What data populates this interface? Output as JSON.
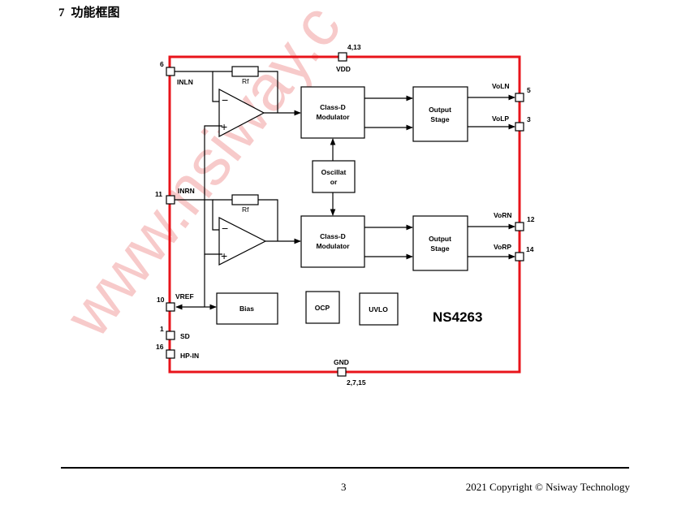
{
  "heading": {
    "number": "7",
    "title": "功能框图"
  },
  "watermark": "www.nsiway.c",
  "colors": {
    "border": "#e8141b",
    "line": "#000000",
    "watermark": "#f2a0a0"
  },
  "chip_name": "NS4263",
  "blocks": {
    "class_d_top": [
      "Class-D",
      "Modulator"
    ],
    "class_d_bottom": [
      "Class-D",
      "Modulator"
    ],
    "output_top": [
      "Output",
      "Stage"
    ],
    "output_bottom": [
      "Output",
      "Stage"
    ],
    "oscillator": [
      "Oscillat",
      "or"
    ],
    "bias": "Bias",
    "ocp": "OCP",
    "uvlo": "UVLO",
    "rf_top": "Rf",
    "rf_bottom": "Rf"
  },
  "pins": {
    "vdd": {
      "name": "VDD",
      "number": "4,13"
    },
    "gnd": {
      "name": "GND",
      "number": "2,7,15"
    },
    "inln": {
      "name": "INLN",
      "number": "6"
    },
    "inrn": {
      "name": "INRN",
      "number": "11"
    },
    "vref": {
      "name": "VREF",
      "number": "10"
    },
    "sd": {
      "name": "SD",
      "number": "1"
    },
    "hpin": {
      "name": "HP-IN",
      "number": "16"
    },
    "voln": {
      "name": "VoLN",
      "number": "5"
    },
    "volp": {
      "name": "VoLP",
      "number": "3"
    },
    "vorn": {
      "name": "VoRN",
      "number": "12"
    },
    "vorp": {
      "name": "VoRP",
      "number": "14"
    }
  },
  "opamp_signs": {
    "minus": "−",
    "plus": "+"
  },
  "footer": {
    "page": "3",
    "copyright": "2021 Copyright © Nsiway Technology"
  }
}
